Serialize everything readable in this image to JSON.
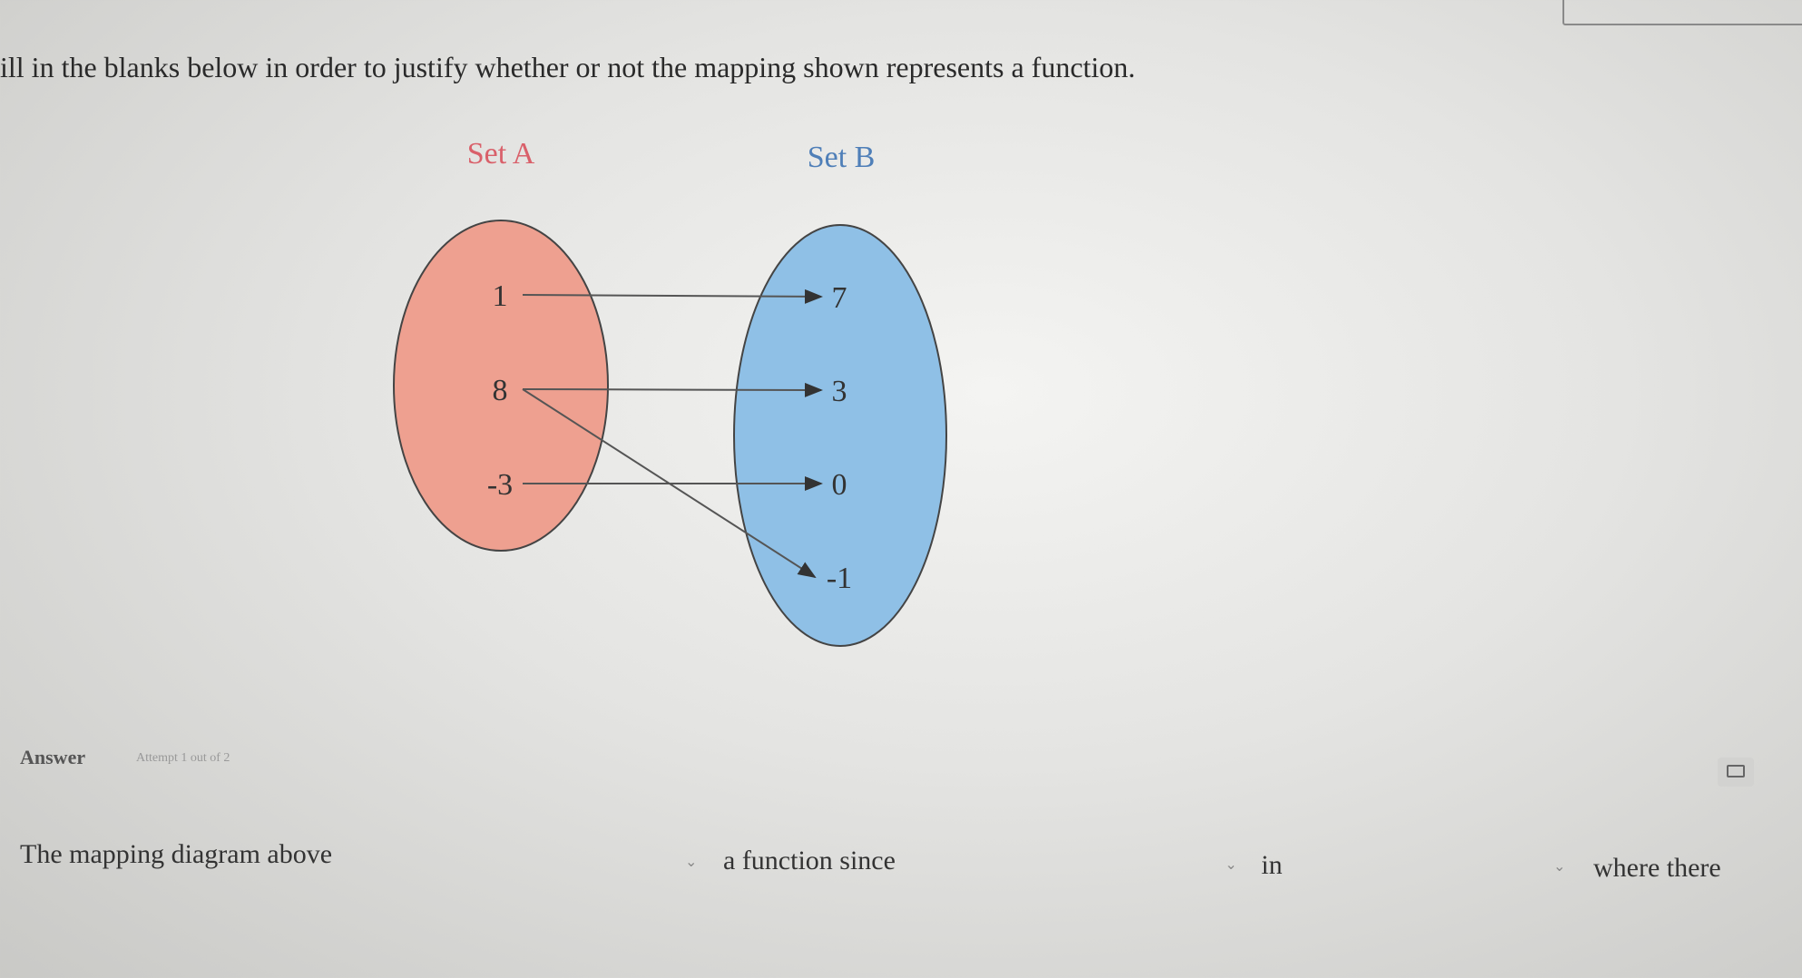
{
  "question": {
    "prompt": "ill in the blanks below in order to justify whether or not the mapping shown represents a function."
  },
  "diagram": {
    "set_a": {
      "label": "Set A",
      "color": "#eea090",
      "label_color": "#d9606a",
      "elements": [
        "1",
        "8",
        "-3"
      ]
    },
    "set_b": {
      "label": "Set B",
      "color": "#8fc0e6",
      "label_color": "#4f7fb8",
      "elements": [
        "7",
        "3",
        "0",
        "-1"
      ]
    },
    "mappings": [
      [
        "1",
        "7"
      ],
      [
        "8",
        "3"
      ],
      [
        "-3",
        "0"
      ],
      [
        "8",
        "-1"
      ]
    ]
  },
  "answer": {
    "label": "Answer",
    "attempt": "Attempt 1 out of 2",
    "sentence": {
      "part1": "The mapping diagram above",
      "part2": "a function since",
      "part3": "in",
      "part4": "where there"
    }
  },
  "icons": {
    "keyboard": "keyboard-icon",
    "dropdown": "chevron-down-icon"
  }
}
